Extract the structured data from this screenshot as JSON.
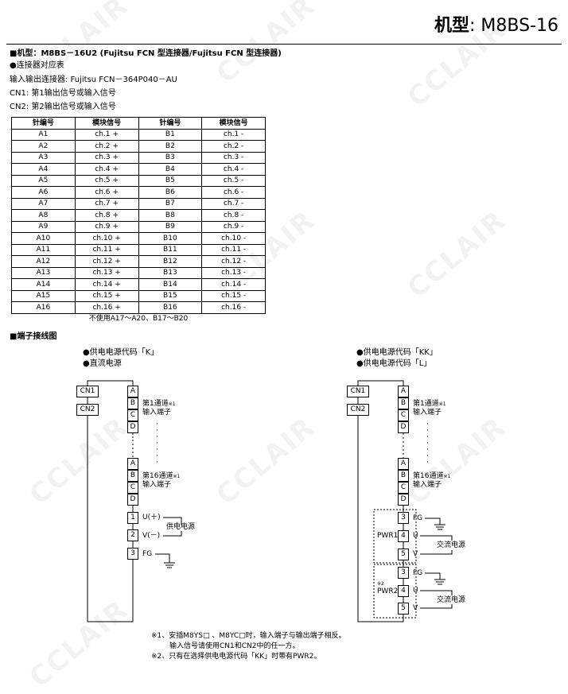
{
  "header": {
    "model_prefix": "机型",
    "model_name": "M8BS-16"
  },
  "section1": {
    "title": "■机型：M8BS－16U2 (Fujitsu FCN 型连接器/Fujitsu FCN 型连接器)",
    "sub": "●连接器对应表",
    "line1": "输入输出连接器: Fujitsu FCN－364P040－AU",
    "line2": "CN1: 第1输出信号或输入信号",
    "line3": "CN2: 第2输出信号或输入信号"
  },
  "table": {
    "headers": [
      "针编号",
      "模块信号",
      "针编号",
      "模块信号"
    ],
    "rows": [
      [
        "A1",
        "ch.1 +",
        "B1",
        "ch.1 -"
      ],
      [
        "A2",
        "ch.2 +",
        "B2",
        "ch.2 -"
      ],
      [
        "A3",
        "ch.3 +",
        "B3",
        "ch.3 -"
      ],
      [
        "A4",
        "ch.4 +",
        "B4",
        "ch.4 -"
      ],
      [
        "A5",
        "ch.5 +",
        "B5",
        "ch.5 -"
      ],
      [
        "A6",
        "ch.6 +",
        "B6",
        "ch.6 -"
      ],
      [
        "A7",
        "ch.7 +",
        "B7",
        "ch.7 -"
      ],
      [
        "A8",
        "ch.8 +",
        "B8",
        "ch.8 -"
      ],
      [
        "A9",
        "ch.9 +",
        "B9",
        "ch.9 -"
      ],
      [
        "A10",
        "ch.10 +",
        "B10",
        "ch.10 -"
      ],
      [
        "A11",
        "ch.11 +",
        "B11",
        "ch.11 -"
      ],
      [
        "A12",
        "ch.12 +",
        "B12",
        "ch.12 -"
      ],
      [
        "A13",
        "ch.13 +",
        "B13",
        "ch.13 -"
      ],
      [
        "A14",
        "ch.14 +",
        "B14",
        "ch.14 -"
      ],
      [
        "A15",
        "ch.15 +",
        "B15",
        "ch.15 -"
      ],
      [
        "A16",
        "ch.16 +",
        "B16",
        "ch.16 -"
      ]
    ],
    "note": "不使用A17～A20、B17～B20"
  },
  "section2": {
    "title": "■端子接线图"
  },
  "left_diagram": {
    "cond1": "●供电电源代码「K」",
    "cond2": "●直流电源",
    "cn1": "CN1",
    "cn2": "CN2",
    "pins": [
      "A",
      "B",
      "C",
      "D"
    ],
    "ch1_label": "第1通道",
    "ch16_label": "第16通道",
    "note_mark": "※1",
    "terminal_label": "输入端子",
    "t1": "1",
    "t2": "2",
    "t3": "3",
    "u_plus": "U(＋)",
    "v_minus": "V(－)",
    "fg": "FG",
    "power": "供电电源"
  },
  "right_diagram": {
    "cond1": "●供电电源代码「KK」",
    "cond2": "●供电电源代码「L」",
    "cn1": "CN1",
    "cn2": "CN2",
    "pins": [
      "A",
      "B",
      "C",
      "D"
    ],
    "ch1_label": "第1通道",
    "ch16_label": "第16通道",
    "note_mark": "※1",
    "terminal_label": "输入端子",
    "t3": "3",
    "t4": "4",
    "t5": "5",
    "fg": "FG",
    "u": "U",
    "v": "V",
    "pwr1": "PWR1",
    "pwr2": "PWR2",
    "pwr2_mark": "※2",
    "ac_power": "交流电源"
  },
  "notes": {
    "n1": "※1、安插M8YS□ 、M8YC□时，输入端子与输出端子相反。",
    "n1b": "输入信号请使用CN1和CN2中的任一方。",
    "n2": "※2、只有在选择供电电源代码「KK」时带有PWR2。"
  },
  "watermark": "CCLAIR"
}
